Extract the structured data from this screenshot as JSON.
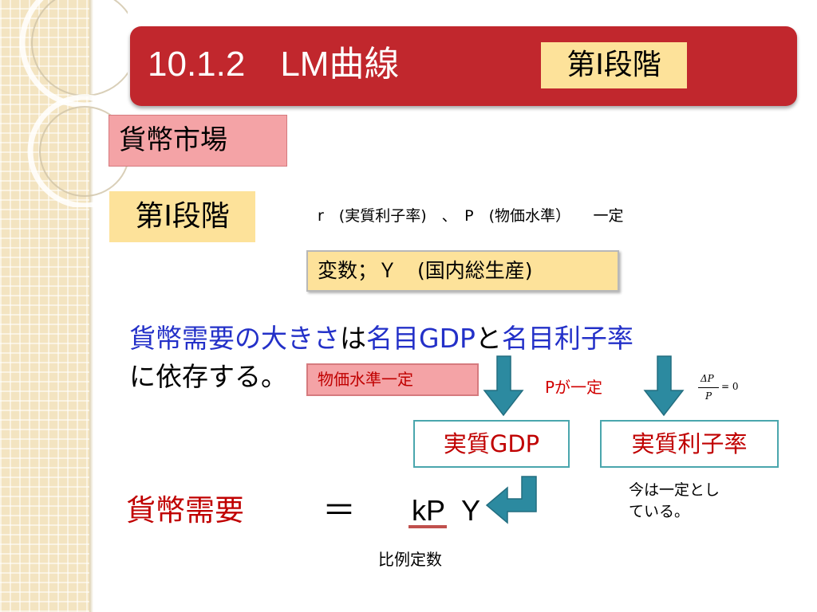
{
  "slide": {
    "title": "10.1.2　LM曲線",
    "title_stage": "第Ⅰ段階",
    "market_label": "貨幣市場",
    "stage_label": "第Ⅰ段階",
    "constants_text": "r　(実質利子率)　、　P　(物価水準）　　一定",
    "variable_text": "変数；Ｙ　(国内総生産)",
    "statement": {
      "part1": "貨幣需要の大きさ",
      "part2": "は",
      "part3": "名目GDP",
      "part4": "と",
      "part5": "名目利子率",
      "part6": "に依存する。"
    },
    "price_constant_label": "物価水準一定",
    "p_constant_label": "Pが一定",
    "formula": {
      "numerator": "ΔP",
      "denominator": "P",
      "rhs": "= 0"
    },
    "real_gdp_label": "実質GDP",
    "real_rate_label": "実質利子率",
    "money_demand_label": "貨幣需要",
    "equals_sign": "＝",
    "kp_label": "kP",
    "y_label": "Y",
    "fixed_note_line1": "今は一定とし",
    "fixed_note_line2": "ている。",
    "ratio_label": "比例定数"
  },
  "colors": {
    "title_bar": "#c1272d",
    "highlight_yellow": "#fde29a",
    "highlight_pink": "#f4a3a6",
    "text_red": "#c00000",
    "text_blue": "#2330c8",
    "arrow_teal": "#2c8aa0",
    "box_border": "#4aa6ad"
  }
}
